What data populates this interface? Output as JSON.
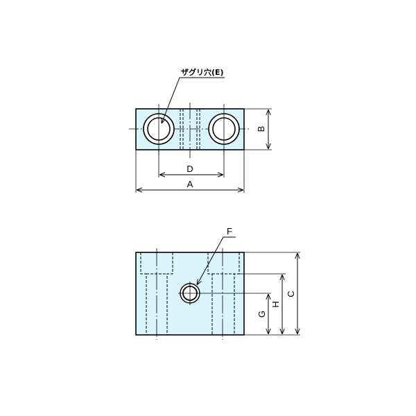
{
  "drawing": {
    "fill_color": "#d9f4fb",
    "line_color": "#000000",
    "top_view": {
      "callout_label": "ザグリ穴(E)",
      "dimensions": {
        "width_label": "A",
        "pitch_label": "D",
        "depth_label": "B"
      }
    },
    "front_view": {
      "callout_label": "F",
      "dimensions": {
        "height_label": "C",
        "counterbore_height_label": "H",
        "hole_height_label": "G"
      }
    }
  }
}
